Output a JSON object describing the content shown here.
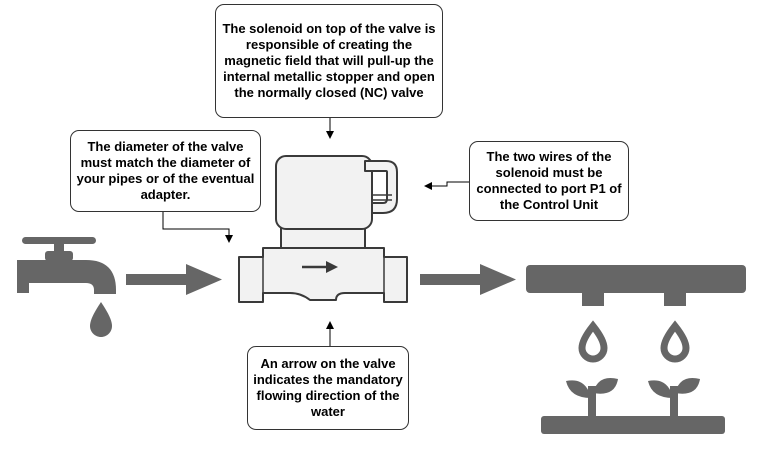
{
  "colors": {
    "icon_gray": "#666666",
    "valve_fill": "#f2f2f2",
    "valve_stroke": "#3a3a3a",
    "connector_line": "#000000",
    "callout_border": "#333333"
  },
  "icons": [
    "water-tap-icon",
    "water-drop-icon",
    "flow-arrow-icon",
    "solenoid-valve-icon",
    "drip-irrigation-line-icon",
    "plant-sprout-icon"
  ],
  "callouts": {
    "solenoid": "The solenoid on top of the valve is responsible of creating the magnetic field that will pull-up the internal metallic stopper and open the normally closed (NC) valve",
    "diameter": "The diameter of the valve must match the diameter of your pipes or of the eventual adapter.",
    "wires": "The two wires of the solenoid must be connected to port P1 of the Control Unit",
    "arrow": "An arrow on the valve indicates the mandatory flowing direction of the water"
  }
}
